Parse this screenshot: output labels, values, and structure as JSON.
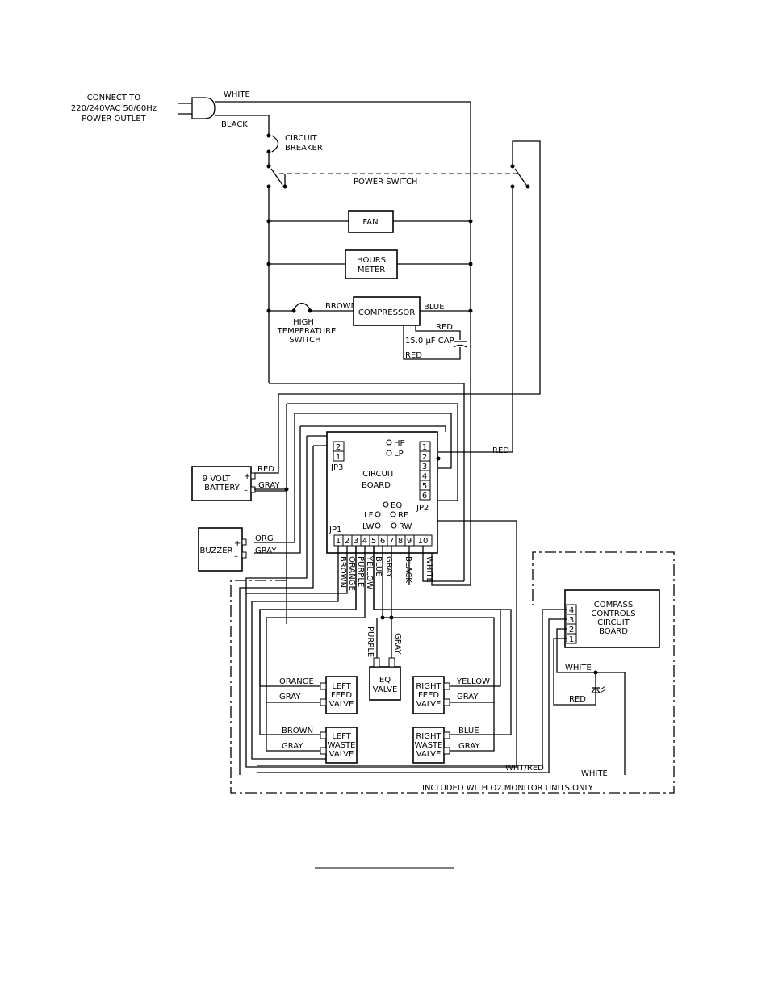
{
  "power": {
    "connect_lines": [
      "CONNECT TO",
      "220/240VAC 50/60Hz",
      "POWER OUTLET"
    ],
    "white": "WHITE",
    "black": "BLACK",
    "circuit_breaker": [
      "CIRCUIT",
      "BREAKER"
    ],
    "power_switch": "POWER SWITCH"
  },
  "loads": {
    "fan": "FAN",
    "hours_meter": [
      "HOURS",
      "METER"
    ],
    "compressor": "COMPRESSOR",
    "brown": "BROWN",
    "blue": "BLUE",
    "high_temp_switch": [
      "HIGH",
      "TEMPERATURE",
      "SWITCH"
    ],
    "red_top": "RED",
    "cap": "15.0 μF CAP",
    "red_bottom": "RED"
  },
  "circuit_board": {
    "title": [
      "CIRCUIT",
      "BOARD"
    ],
    "jp3": "JP3",
    "jp3_pins": [
      "2",
      "1"
    ],
    "jp2": "JP2",
    "jp2_pins": [
      "1",
      "2",
      "3",
      "4",
      "5",
      "6"
    ],
    "jp1": "JP1",
    "jp1_pins": [
      "1",
      "2",
      "3",
      "4",
      "5",
      "6",
      "7",
      "8",
      "9",
      "10"
    ],
    "leds": {
      "hp": "HP",
      "lp": "LP",
      "eq": "EQ",
      "lf": "LF",
      "rf": "RF",
      "lw": "LW",
      "rw": "RW"
    },
    "red_wire": "RED"
  },
  "battery": {
    "label": [
      "9 VOLT",
      "BATTERY"
    ],
    "plus": "+",
    "minus": "–",
    "red": "RED",
    "gray": "GRAY"
  },
  "buzzer": {
    "label": "BUZZER",
    "plus": "+",
    "minus": "–",
    "org": "ORG",
    "gray": "GRAY"
  },
  "jp1_wires": [
    "BROWN",
    "ORANGE",
    "PURPLE",
    "YELLOW",
    "BLUE",
    "GRAY",
    "BLACK",
    "WHITE"
  ],
  "valves": {
    "eq": [
      "EQ",
      "VALVE"
    ],
    "purple": "PURPLE",
    "gray": "GRAY",
    "left_feed": [
      "LEFT",
      "FEED",
      "VALVE"
    ],
    "left_feed_wires": [
      "ORANGE",
      "GRAY"
    ],
    "right_feed": [
      "RIGHT",
      "FEED",
      "VALVE"
    ],
    "right_feed_wires": [
      "YELLOW",
      "GRAY"
    ],
    "left_waste": [
      "LEFT",
      "WASTE",
      "VALVE"
    ],
    "left_waste_wires": [
      "BROWN",
      "GRAY"
    ],
    "right_waste": [
      "RIGHT",
      "WASTE",
      "VALVE"
    ],
    "right_waste_wires": [
      "BLUE",
      "GRAY"
    ]
  },
  "compass": {
    "label": [
      "COMPASS",
      "CONTROLS",
      "CIRCUIT",
      "BOARD"
    ],
    "pins": [
      "4",
      "3",
      "2",
      "1"
    ],
    "white": "WHITE",
    "red": "RED",
    "wht_red": "WHT/RED",
    "white_bottom": "WHITE",
    "included_note": "INCLUDED WITH O2 MONITOR UNITS ONLY"
  }
}
